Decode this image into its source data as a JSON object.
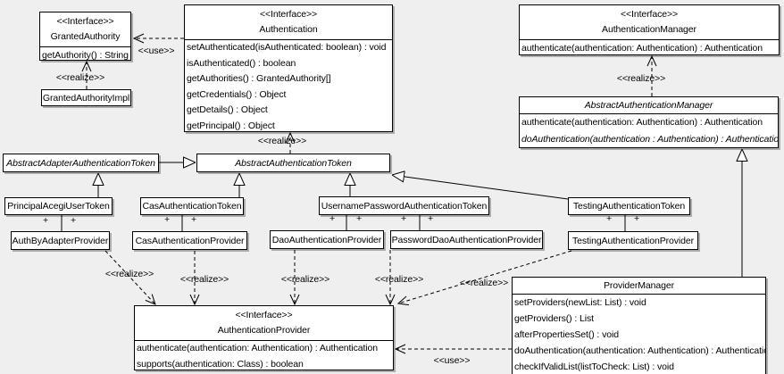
{
  "diagram": {
    "background_color": "#efefef",
    "box_fill": "#ffffff",
    "line_color": "#000000"
  },
  "classes": {
    "granted_authority": {
      "stereotype": "<<Interface>>",
      "name": "GrantedAuthority",
      "methods": [
        "getAuthority() : String"
      ]
    },
    "granted_authority_impl": {
      "name": "GrantedAuthorityImpl"
    },
    "authentication": {
      "stereotype": "<<Interface>>",
      "name": "Authentication",
      "methods": [
        "setAuthenticated(isAuthenticated: boolean) : void",
        "isAuthenticated() : boolean",
        "getAuthorities() : GrantedAuthority[]",
        "getCredentials() : Object",
        "getDetails() : Object",
        "getPrincipal() : Object"
      ]
    },
    "authentication_manager": {
      "stereotype": "<<Interface>>",
      "name": "AuthenticationManager",
      "methods": [
        "authenticate(authentication: Authentication) : Authentication"
      ]
    },
    "abstract_authentication_manager": {
      "name": "AbstractAuthenticationManager",
      "methods": [
        "authenticate(authentication: Authentication) : Authentication",
        "doAuthentication(authentication : Authentication) : Authentication"
      ]
    },
    "abstract_adapter_authentication_token": {
      "name": "AbstractAdapterAuthenticationToken"
    },
    "abstract_authentication_token": {
      "name": "AbstractAuthenticationToken"
    },
    "principal_acegi_user_token": {
      "name": "PrincipalAcegiUserToken"
    },
    "cas_authentication_token": {
      "name": "CasAuthenticationToken"
    },
    "username_password_authentication_token": {
      "name": "UsernamePasswordAuthenticationToken"
    },
    "testing_authentication_token": {
      "name": "TestingAuthenticationToken"
    },
    "auth_by_adapter_provider": {
      "name": "AuthByAdapterProvider"
    },
    "cas_authentication_provider": {
      "name": "CasAuthenticationProvider"
    },
    "dao_authentication_provider": {
      "name": "DaoAuthenticationProvider"
    },
    "password_dao_authentication_provider": {
      "name": "PasswordDaoAuthenticationProvider"
    },
    "testing_authentication_provider": {
      "name": "TestingAuthenticationProvider"
    },
    "authentication_provider": {
      "stereotype": "<<Interface>>",
      "name": "AuthenticationProvider",
      "methods": [
        "authenticate(authentication: Authentication) : Authentication",
        "supports(authentication: Class) : boolean"
      ]
    },
    "provider_manager": {
      "name": "ProviderManager",
      "methods": [
        "setProviders(newList: List) : void",
        "getProviders() : List",
        "afterPropertiesSet() : void",
        "doAuthentication(authentication: Authentication) : Authentication",
        "checkIfValidList(listToCheck: List) : void"
      ]
    }
  },
  "edge_labels": {
    "use_authentication_granted": "<<use>>",
    "realize_granted_impl": "<<realize>>",
    "realize_abstract_token": "<<realize>>",
    "realize_abstract_manager": "<<realize>>",
    "realize_auth_by_adapter": "<<realize>>",
    "realize_cas": "<<realize>>",
    "realize_dao": "<<realize>>",
    "realize_password_dao": "<<realize>>",
    "realize_testing": "<<realize>>",
    "use_provider_manager": "<<use>>"
  },
  "multiplicity_plus": "+"
}
